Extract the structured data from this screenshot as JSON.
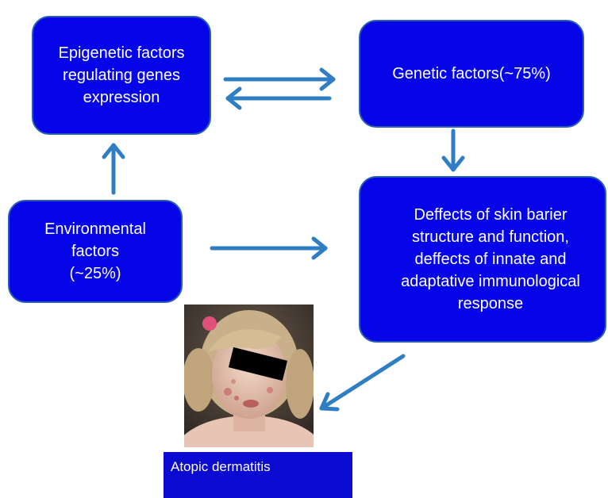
{
  "nodes": {
    "epigenetic": "Epigenetic factors\nregulating genes\nexpression",
    "genetic": "Genetic factors(~75%)",
    "environmental": "Environmental\nfactors\n(~25%)",
    "defects": "Deffects of skin barier\nstructure and function,\ndeffects of innate and\nadaptative immunological\nresponse"
  },
  "outcome": {
    "label": "Atopic dermatitis"
  },
  "colors": {
    "box_fill": "#0505e8",
    "box_border": "#2a5fb0",
    "arrow": "#2f7ec4",
    "caption_fill": "#0a0ad0"
  }
}
